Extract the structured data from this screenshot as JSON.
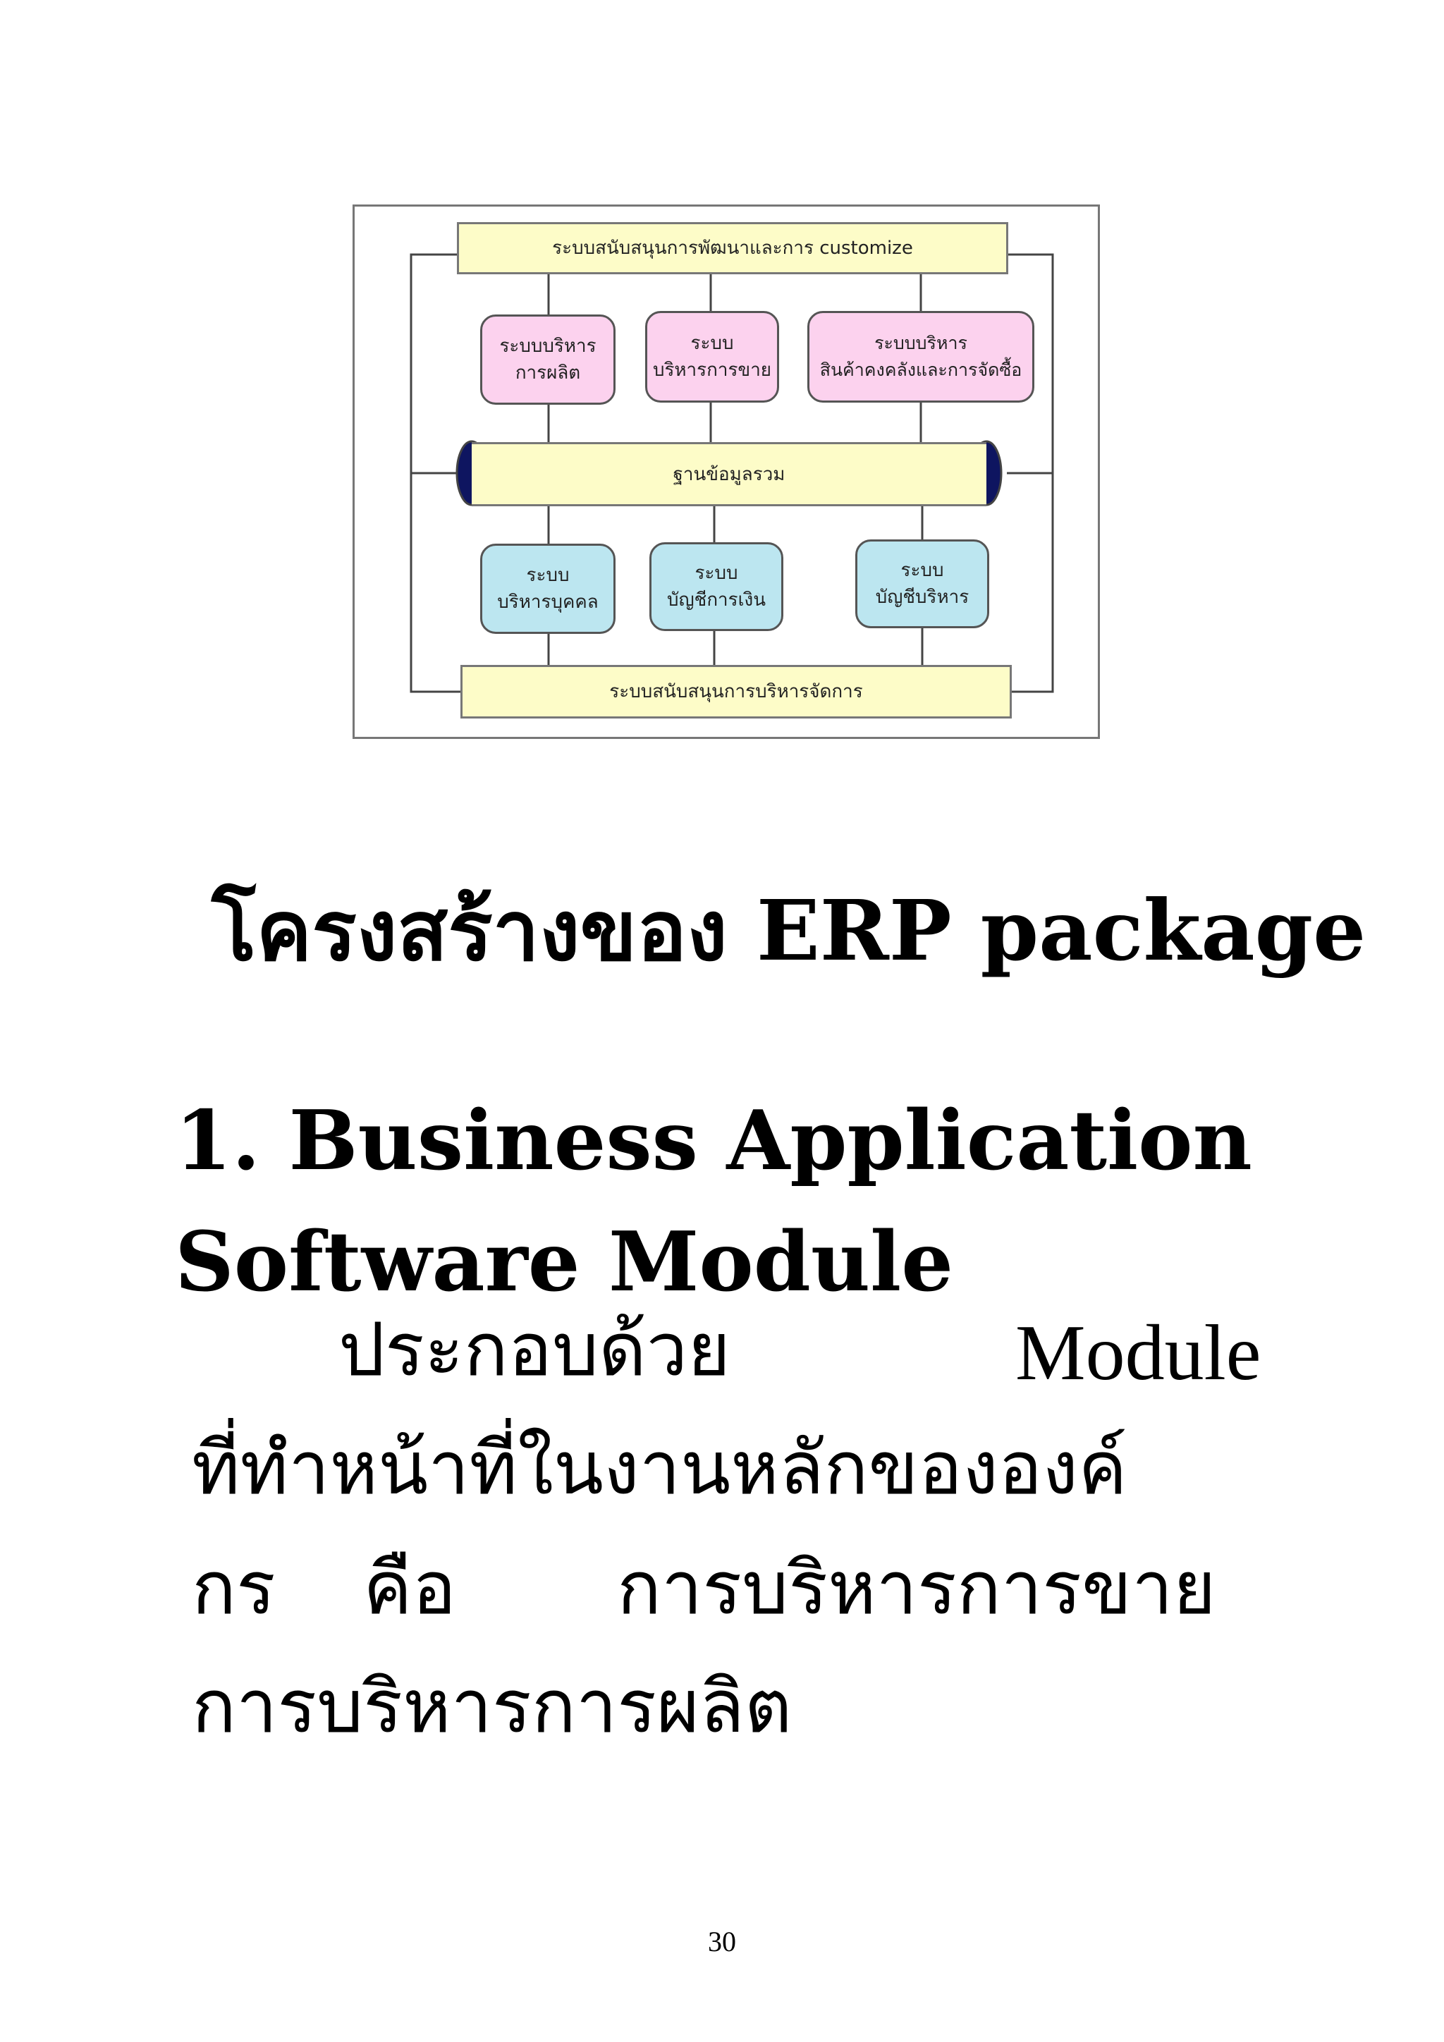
{
  "diagram": {
    "top_bar": "ระบบสนับสนุนการพัฒนาและการ customize",
    "bottom_bar": "ระบบสนับสนุนการบริหารจัดการ",
    "database": "ฐานข้อมูลรวม",
    "upper_modules": [
      {
        "line1": "ระบบบริหาร",
        "line2": "การผลิต"
      },
      {
        "line1": "ระบบ",
        "line2": "บริหารการขาย"
      },
      {
        "line1": "ระบบบริหาร",
        "line2": "สินค้าคงคลังและการจัดซื้อ"
      }
    ],
    "lower_modules": [
      {
        "line1": "ระบบ",
        "line2": "บริหารบุคคล"
      },
      {
        "line1": "ระบบ",
        "line2": "บัญชีการเงิน"
      },
      {
        "line1": "ระบบ",
        "line2": "บัญชีบริหาร"
      }
    ],
    "colors": {
      "bar": "#fdfcc8",
      "upper_module": "#fcd2ee",
      "lower_module": "#bce6f0",
      "db_cap": "#0e1560"
    }
  },
  "title": "โครงสร้างของ ERP package",
  "section": {
    "heading_line1": "1. Business Application",
    "heading_line2": "Software Module",
    "body": {
      "line1_left": "ประกอบด้วย",
      "line1_right": "Module",
      "line2": "ที่ทำหน้าที่ในงานหลักขององค์",
      "line3_a": "กร",
      "line3_b": "คือ",
      "line3_c": "การบริหารการขาย",
      "line4": "การบริหารการผลิต"
    }
  },
  "page_number": "30"
}
